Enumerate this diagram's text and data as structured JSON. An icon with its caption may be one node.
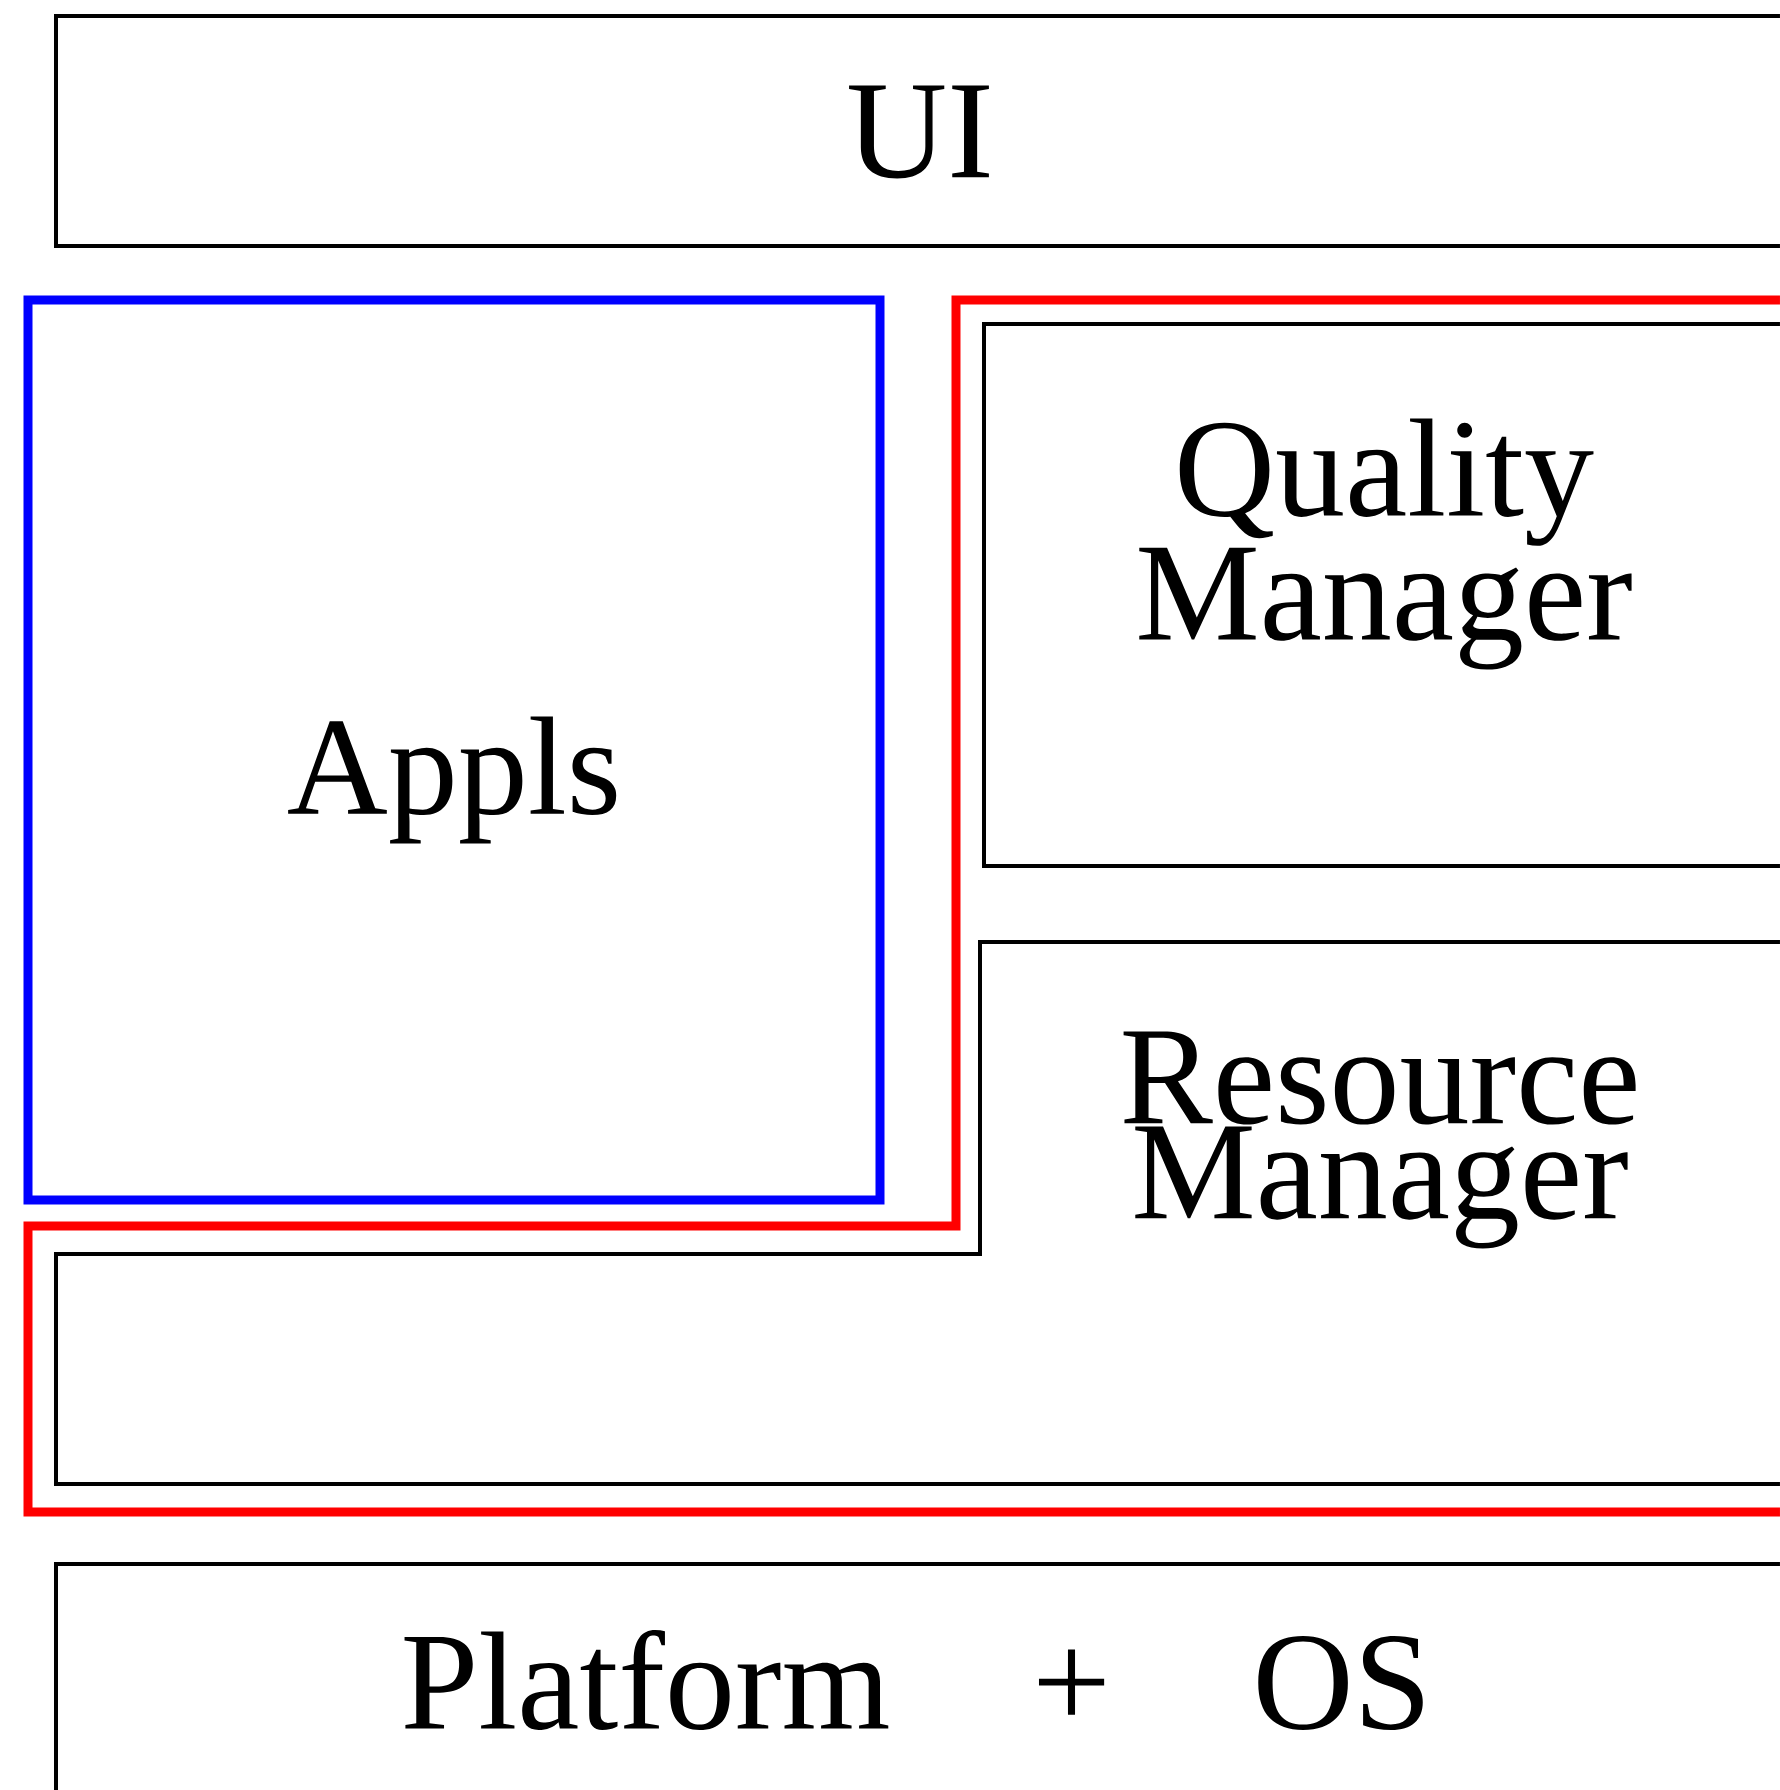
{
  "diagram": {
    "nodes": [
      {
        "text": [
          "UI"
        ]
      },
      {
        "text": [
          "Appls"
        ]
      },
      {
        "text": [],
        "shape": "box"
      },
      {
        "text": [
          "Quality Manager"
        ],
        "in": 2
      },
      {
        "text": [
          "Resource Manager"
        ],
        "in": 2
      },
      {
        "text": [
          "Platform + OS"
        ]
      }
    ]
  }
}
